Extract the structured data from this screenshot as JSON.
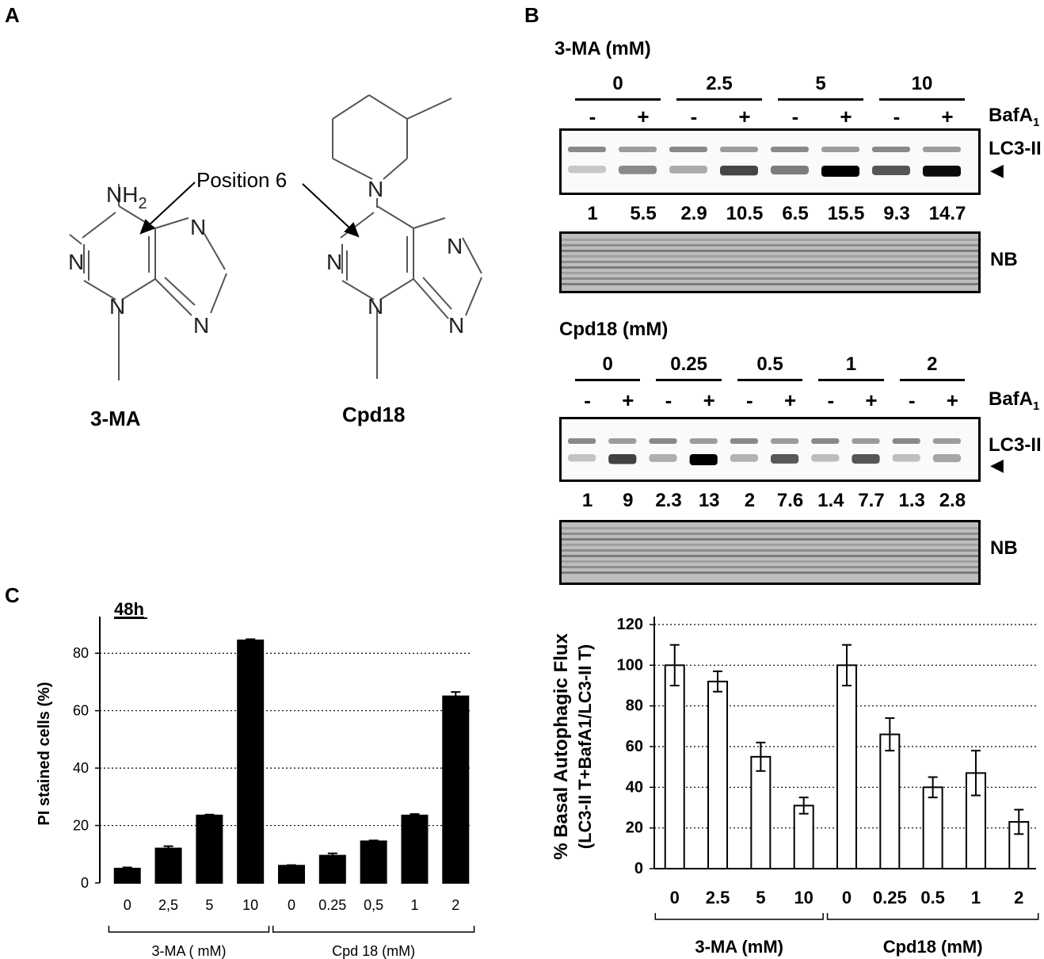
{
  "panel_labels": {
    "a": "A",
    "b": "B",
    "c": "C"
  },
  "panel_a": {
    "annotation": "Position 6",
    "compound_left": "3-MA",
    "compound_right": "Cpd18",
    "atoms": {
      "nh2": "NH",
      "nh2_sub": "2",
      "n": "N"
    }
  },
  "panel_b": {
    "blot1": {
      "title": "3-MA (mM)",
      "groups": [
        "0",
        "2.5",
        "5",
        "10"
      ],
      "signs": [
        "-",
        "+",
        "-",
        "+",
        "-",
        "+",
        "-",
        "+"
      ],
      "treatment_label": "BafA",
      "treatment_sub": "1",
      "band_label": "LC3-II",
      "arrow": "◀",
      "values": [
        "1",
        "5.5",
        "2.9",
        "10.5",
        "6.5",
        "15.5",
        "9.3",
        "14.7"
      ],
      "loading_label": "NB"
    },
    "blot2": {
      "title": "Cpd18 (mM)",
      "groups": [
        "0",
        "0.25",
        "0.5",
        "1",
        "2"
      ],
      "signs": [
        "-",
        "+",
        "-",
        "+",
        "-",
        "+",
        "-",
        "+",
        "-",
        "+"
      ],
      "treatment_label": "BafA",
      "treatment_sub": "1",
      "band_label": "LC3-II",
      "arrow": "◀",
      "values": [
        "1",
        "9",
        "2.3",
        "13",
        "2",
        "7.6",
        "1.4",
        "7.7",
        "1.3",
        "2.8"
      ],
      "loading_label": "NB"
    }
  },
  "chart_data": [
    {
      "id": "C",
      "type": "bar",
      "annotation": "48h",
      "ylabel": "PI stained cells (%)",
      "ylim": [
        0,
        90
      ],
      "yticks": [
        0,
        20,
        40,
        60,
        80
      ],
      "grid": "horizontal dotted",
      "categories": [
        "0",
        "2,5",
        "5",
        "10",
        "0",
        "0.25",
        "0,5",
        "1",
        "2"
      ],
      "values": [
        5,
        12,
        23.5,
        84.5,
        6,
        9.5,
        14.5,
        23.5,
        65
      ],
      "errors": [
        0.4,
        0.8,
        0.3,
        0.4,
        0.2,
        0.8,
        0.3,
        0.5,
        1.5
      ],
      "groups": [
        {
          "label": "3-MA ( mM)",
          "categories": [
            "0",
            "2,5",
            "5",
            "10"
          ]
        },
        {
          "label": "Cpd 18 (mM)",
          "categories": [
            "0",
            "0.25",
            "0,5",
            "1",
            "2"
          ]
        }
      ],
      "bar_color": "#000000"
    },
    {
      "id": "B-chart",
      "type": "bar",
      "ylabel_main": "% Basal Autophagic Flux",
      "ylabel_sub": "(LC3-II T+BafA1/LC3-II T)",
      "ylim": [
        0,
        120
      ],
      "yticks": [
        0,
        20,
        40,
        60,
        80,
        100,
        120
      ],
      "grid": "horizontal dotted",
      "categories": [
        "0",
        "2.5",
        "5",
        "10",
        "0",
        "0.25",
        "0.5",
        "1",
        "2"
      ],
      "values": [
        100,
        92,
        55,
        31,
        100,
        66,
        40,
        47,
        23
      ],
      "errors": [
        10,
        5,
        7,
        4,
        10,
        8,
        5,
        11,
        6
      ],
      "groups": [
        {
          "label": "3-MA (mM)",
          "categories": [
            "0",
            "2.5",
            "5",
            "10"
          ]
        },
        {
          "label": "Cpd18 (mM)",
          "categories": [
            "0",
            "0.25",
            "0.5",
            "1",
            "2"
          ]
        }
      ],
      "bar_color": "#ffffff"
    }
  ]
}
